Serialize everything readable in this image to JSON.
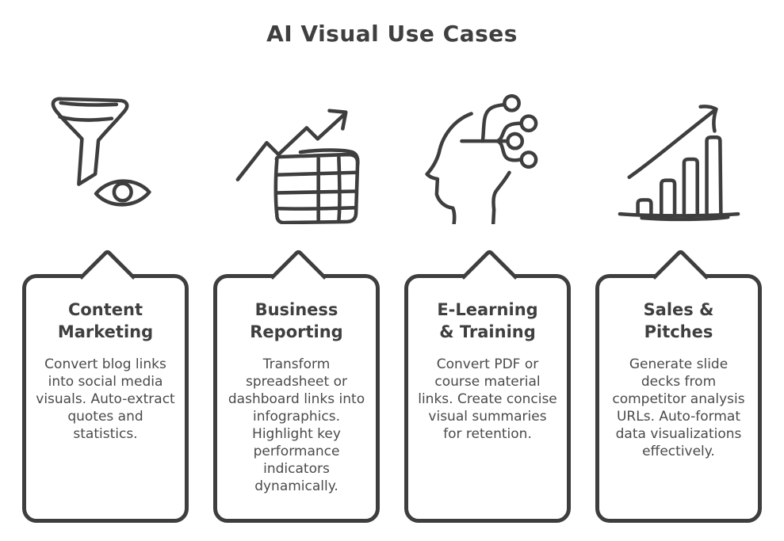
{
  "title": "AI Visual Use Cases",
  "colors": {
    "background": "#ffffff",
    "stroke": "#3e3e3e",
    "heading_text": "#3f3f3f",
    "body_text": "#4a4a4a"
  },
  "cards": [
    {
      "icon": "funnel-eye-icon",
      "title": "Content Marketing",
      "description": "Convert blog links into social media visuals. Auto-extract quotes and statistics."
    },
    {
      "icon": "chart-table-icon",
      "title": "Business Reporting",
      "description": "Transform spreadsheet or dashboard links into infographics. Highlight key performance indicators dynamically."
    },
    {
      "icon": "head-network-icon",
      "title": "E-Learning & Training",
      "description": "Convert PDF or course material links. Create concise visual summaries for retention."
    },
    {
      "icon": "bar-growth-icon",
      "title": "Sales & Pitches",
      "description": "Generate slide decks from competitor analysis URLs. Auto-format data visualizations effectively."
    }
  ]
}
